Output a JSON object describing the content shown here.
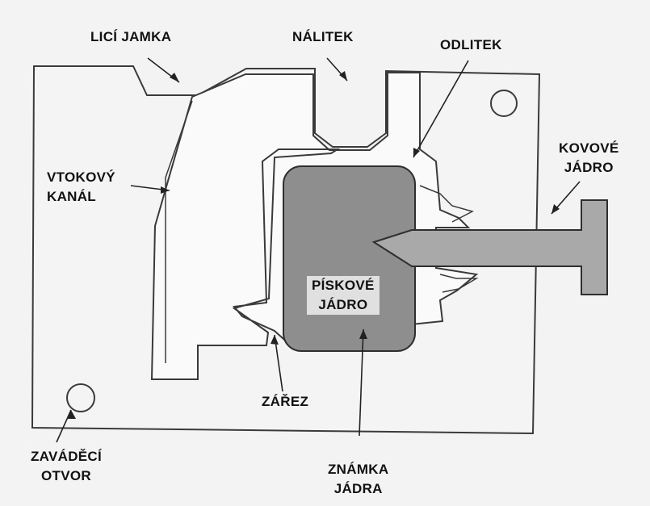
{
  "labels": {
    "lici_jamka": "LICÍ JAMKA",
    "nalitek": "NÁLITEK",
    "odlitek": "ODLITEK",
    "kovove_jadro": [
      "KOVOVÉ",
      "JÁDRO"
    ],
    "vtokovy_kanal": [
      "VTOKOVÝ",
      "KANÁL"
    ],
    "piskove_jadro": [
      "PÍSKOVÉ",
      "JÁDRO"
    ],
    "zarez": "ZÁŘEZ",
    "zavadeci_otvor": [
      "ZAVÁDĚCÍ",
      "OTVOR"
    ],
    "znamka_jadra": [
      "ZNÁMKA",
      "JÁDRA"
    ]
  },
  "colors": {
    "mold_fill": "#f4f4f4",
    "outline": "#3a3a3a",
    "sand_core": "#8e8e8e",
    "metal_core": "#a9a9a9",
    "cavity": "#fafafa"
  }
}
